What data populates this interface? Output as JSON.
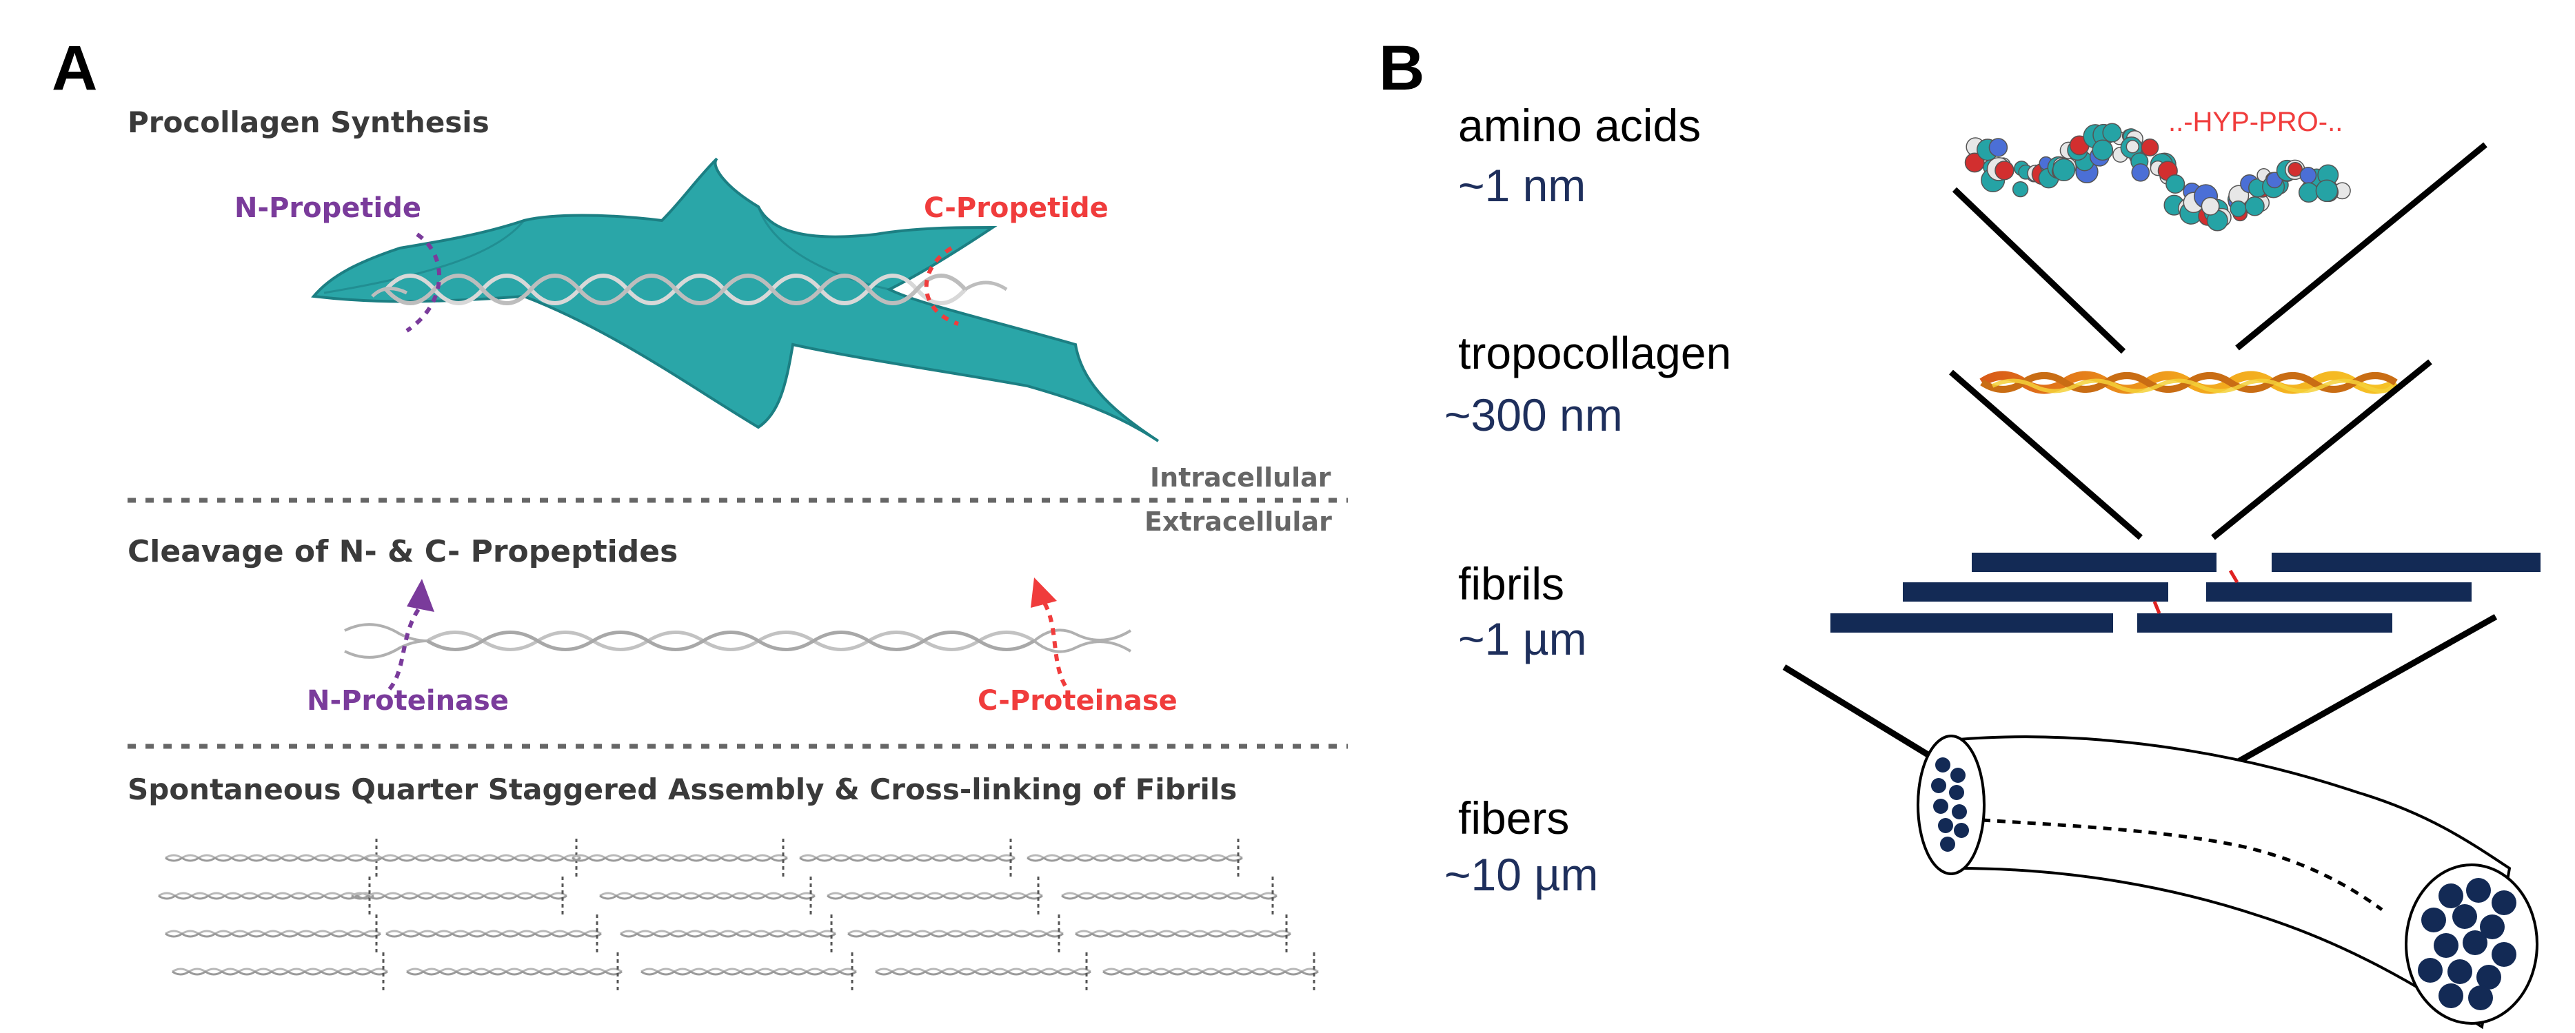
{
  "panel_a": {
    "letter": "A",
    "procollagen_synthesis": "Procollagen Synthesis",
    "n_propetide": "N-Propetide",
    "c_propetide": "C-Propetide",
    "intracellular": "Intracellular",
    "extracellular": "Extracellular",
    "cleavage_title": "Cleavage of N- & C- Propeptides",
    "n_proteinase": "N-Proteinase",
    "c_proteinase": "C-Proteinase",
    "assembly_title": "Spontaneous Quarter Staggered Assembly & Cross-linking of Fibrils"
  },
  "panel_b": {
    "letter": "B",
    "levels": [
      {
        "name": "amino acids",
        "size": "~1 nm"
      },
      {
        "name": "tropocollagen",
        "size": "~300 nm"
      },
      {
        "name": "fibrils",
        "size": "~1 µm"
      },
      {
        "name": "fibers",
        "size": "~10 µm"
      }
    ],
    "sequence_label": "..-HYP-PRO-.."
  },
  "colors": {
    "cell": "#2aa6a8",
    "cell_edge": "#1c7f83",
    "n_color": "#7a3b9b",
    "c_color": "#f03c3c",
    "navy": "#132a55",
    "sizes_text": "#1e2f5c",
    "helix": "#b0b0b0",
    "label_dark": "#3a3a3a",
    "label_grey": "#666666"
  }
}
